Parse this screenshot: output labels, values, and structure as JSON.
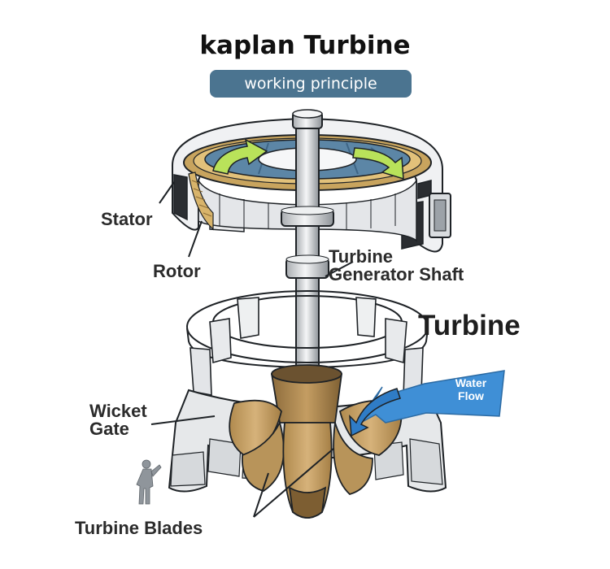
{
  "title": "kaplan Turbine",
  "subtitle": "working principle",
  "labels": {
    "stator": "Stator",
    "rotor": "Rotor",
    "shaft_line1": "Turbine",
    "shaft_line2": "Generator Shaft",
    "turbine": "Turbine",
    "wicket_line1": "Wicket",
    "wicket_line2": "Gate",
    "blades": "Turbine Blades",
    "water_line1": "Water",
    "water_line2": "Flow"
  },
  "colors": {
    "badge": "#4b7490",
    "water_arrow": "#3f8fd6",
    "rotation_arrow": "#b9e25a",
    "blade": "#c9a66b",
    "outline": "#1e2226"
  }
}
